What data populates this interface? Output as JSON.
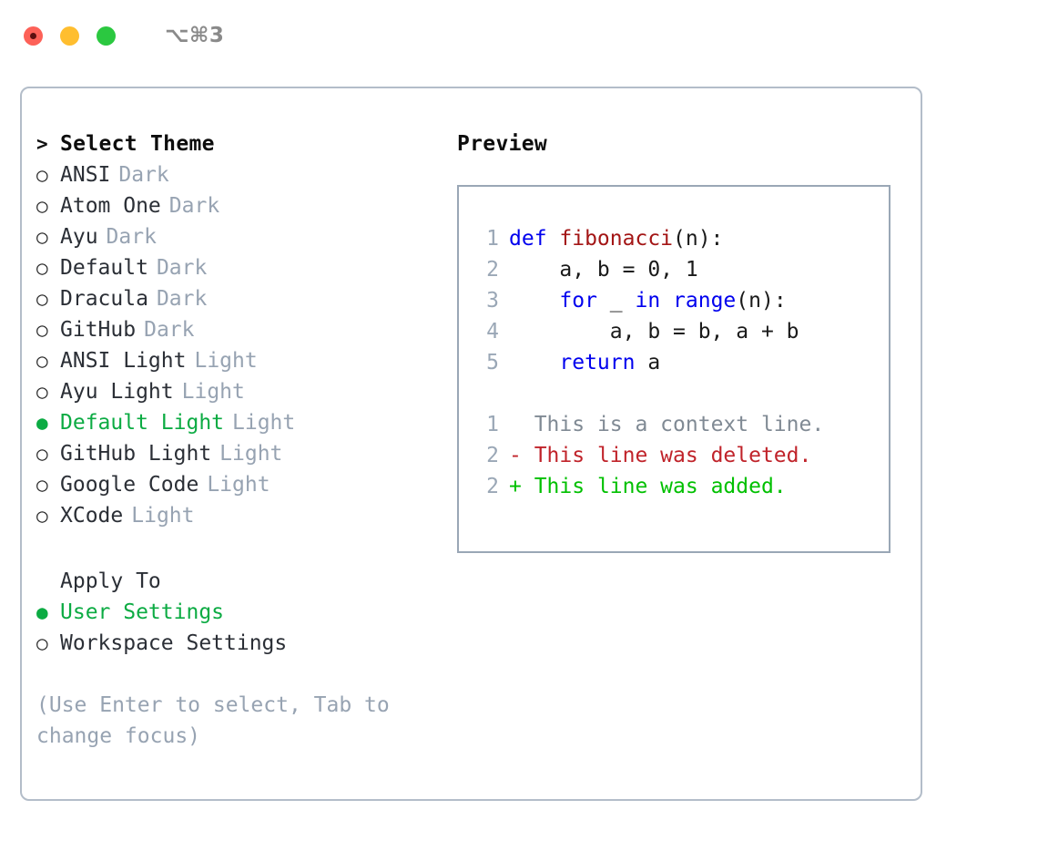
{
  "window": {
    "title": "⌥⌘3",
    "traffic_lights": [
      {
        "name": "close",
        "color": "#fd6158"
      },
      {
        "name": "minimize",
        "color": "#ffbe2f"
      },
      {
        "name": "zoom",
        "color": "#2bc840"
      }
    ]
  },
  "colors": {
    "accent_green": "#0cab43",
    "muted": "#97a3b2",
    "border": "#b3bdc9",
    "preview_border": "#9aa7b6",
    "keyword_blue": "#0000ee",
    "function_red": "#a31515",
    "diff_deleted": "#c0232a",
    "diff_added": "#00c000"
  },
  "theme_list": {
    "header": {
      "marker": ">",
      "label": "Select Theme"
    },
    "items": [
      {
        "marker": "○",
        "label": "ANSI",
        "category": "Dark",
        "selected": false
      },
      {
        "marker": "○",
        "label": "Atom One",
        "category": "Dark",
        "selected": false
      },
      {
        "marker": "○",
        "label": "Ayu",
        "category": "Dark",
        "selected": false
      },
      {
        "marker": "○",
        "label": "Default",
        "category": "Dark",
        "selected": false
      },
      {
        "marker": "○",
        "label": "Dracula",
        "category": "Dark",
        "selected": false
      },
      {
        "marker": "○",
        "label": "GitHub",
        "category": "Dark",
        "selected": false
      },
      {
        "marker": "○",
        "label": "ANSI Light",
        "category": "Light",
        "selected": false
      },
      {
        "marker": "○",
        "label": "Ayu Light",
        "category": "Light",
        "selected": false
      },
      {
        "marker": "●",
        "label": "Default Light",
        "category": "Light",
        "selected": true
      },
      {
        "marker": "○",
        "label": "GitHub Light",
        "category": "Light",
        "selected": false
      },
      {
        "marker": "○",
        "label": "Google Code",
        "category": "Light",
        "selected": false
      },
      {
        "marker": "○",
        "label": "XCode",
        "category": "Light",
        "selected": false
      }
    ]
  },
  "apply_to": {
    "header": "Apply To",
    "items": [
      {
        "marker": "●",
        "label": "User Settings",
        "selected": true
      },
      {
        "marker": "○",
        "label": "Workspace Settings",
        "selected": false
      }
    ]
  },
  "hint": "(Use Enter to select, Tab to change focus)",
  "preview": {
    "title": "Preview",
    "code_lines": [
      {
        "number": "1",
        "tokens": [
          {
            "text": "def ",
            "type": "kw"
          },
          {
            "text": "fibonacci",
            "type": "fn"
          },
          {
            "text": "(n):",
            "type": "pl"
          }
        ]
      },
      {
        "number": "2",
        "tokens": [
          {
            "text": "    a, b = 0, 1",
            "type": "pl"
          }
        ]
      },
      {
        "number": "3",
        "tokens": [
          {
            "text": "    ",
            "type": "pl"
          },
          {
            "text": "for",
            "type": "kw"
          },
          {
            "text": " _ ",
            "type": "pl"
          },
          {
            "text": "in",
            "type": "kw"
          },
          {
            "text": " ",
            "type": "pl"
          },
          {
            "text": "range",
            "type": "kw"
          },
          {
            "text": "(n):",
            "type": "pl"
          }
        ]
      },
      {
        "number": "4",
        "tokens": [
          {
            "text": "        a, b = b, a + b",
            "type": "pl"
          }
        ]
      },
      {
        "number": "5",
        "tokens": [
          {
            "text": "    ",
            "type": "pl"
          },
          {
            "text": "return",
            "type": "kw"
          },
          {
            "text": " a",
            "type": "pl"
          }
        ]
      }
    ],
    "diff_lines": [
      {
        "number": "1",
        "sign": " ",
        "text": "This is a context line.",
        "type": "ctx"
      },
      {
        "number": "2",
        "sign": "-",
        "text": "This line was deleted.",
        "type": "del"
      },
      {
        "number": "2",
        "sign": "+",
        "text": "This line was added.",
        "type": "add"
      }
    ]
  }
}
